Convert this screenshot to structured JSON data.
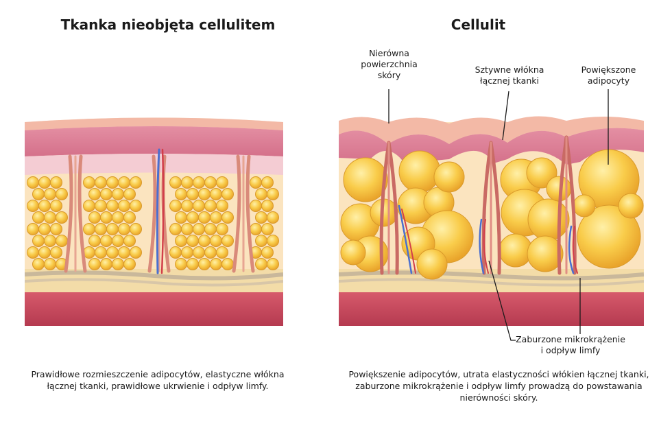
{
  "left_panel": {
    "title": "Tkanka nieobjęta cellulitem",
    "caption_line1": "Prawidłowe rozmieszczenie adipocytów, elastyczne włókna",
    "caption_line2": "łącznej tkanki, prawidłowe ukrwienie i odpływ limfy."
  },
  "right_panel": {
    "title": "Cellulit",
    "labels": {
      "surface_line1": "Nierówna",
      "surface_line2": "powierzchnia",
      "surface_line3": "skóry",
      "fibers_line1": "Sztywne włókna",
      "fibers_line2": "łącznej tkanki",
      "adipocytes_line1": "Powiększone",
      "adipocytes_line2": "adipocyty",
      "micro_line1": "Zaburzone mikrokrążenie",
      "micro_line2": "i odpływ limfy"
    },
    "caption_line1": "Powiększenie adipocytów, utrata elastyczności włókien łącznej tkanki,",
    "caption_line2": "zaburzone mikrokrążenie i odpływ limfy prowadzą do powstawania",
    "caption_line3": "nierówności skóry."
  },
  "colors": {
    "epidermis": "#f3b9a6",
    "dermis": "#d9788f",
    "dermis_light": "#f4ccd3",
    "fat_cell": "#f7c541",
    "fat_bg": "#fbe4bf",
    "fascia": "#d8c6a8",
    "muscle": "#c3455a",
    "septa": "#d98a7a",
    "vein": "#4a6fd0",
    "artery": "#d23f4a"
  }
}
